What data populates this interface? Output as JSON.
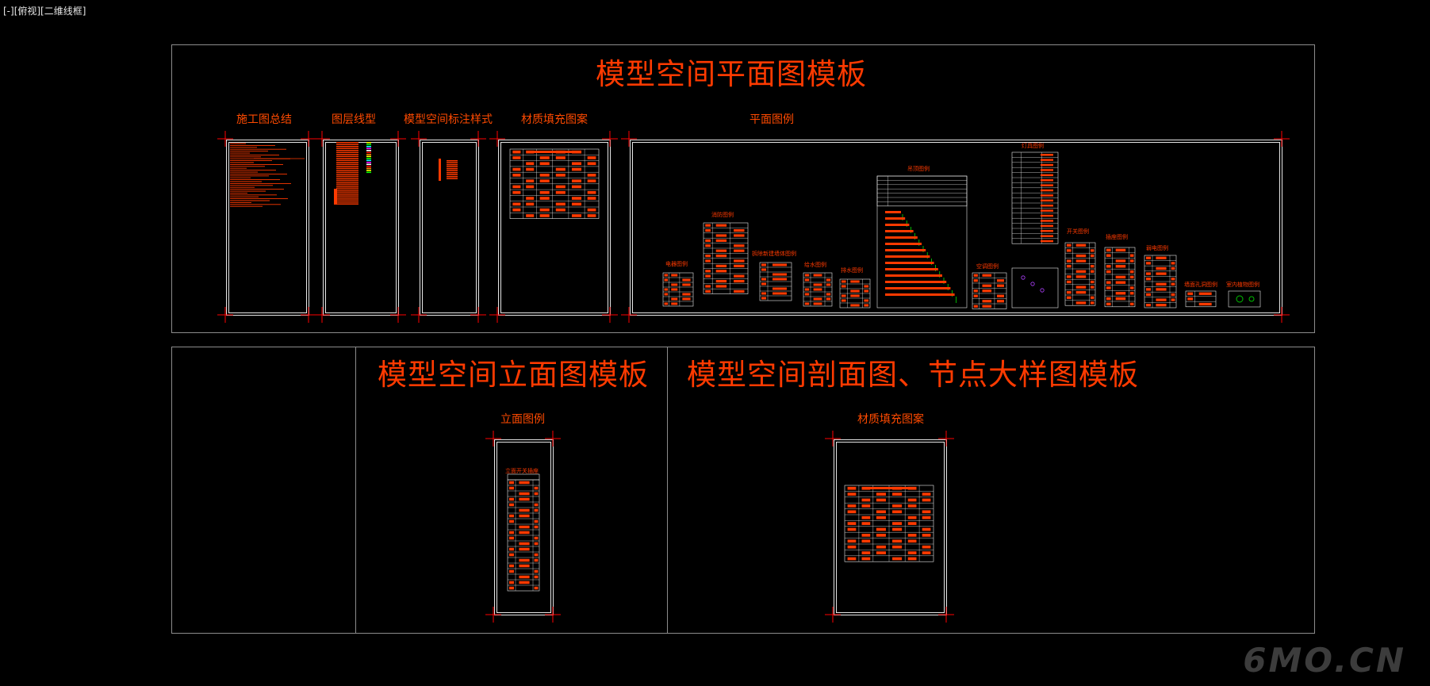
{
  "viewport": {
    "label": "[-][俯视][二维线框]"
  },
  "plan_panel": {
    "title": "模型空间平面图模板",
    "sections": [
      {
        "label": "施工图总结"
      },
      {
        "label": "图层线型"
      },
      {
        "label": "模型空间标注样式"
      },
      {
        "label": "材质填充图案"
      },
      {
        "label": "平面图例"
      }
    ],
    "legend_groups": [
      "电器图例",
      "消防图例",
      "拆除新建墙体图例",
      "给水图例",
      "排水图例",
      "吊顶图例",
      "空调图例",
      "灯具图例",
      "开关图例",
      "插座图例",
      "弱电图例",
      "墙面孔洞图例",
      "室内植物图例"
    ]
  },
  "elevation_panel": {
    "title": "模型空间立面图模板",
    "section_label": "立面图例",
    "sheet_caption": "立面开关插座"
  },
  "section_panel": {
    "title": "模型空间剖面图、节点大样图模板",
    "section_label": "材质填充图案"
  },
  "watermark": "6MO.CN",
  "colors": {
    "background": "#000000",
    "accent": "#ff3a00",
    "frame": "#8c8c8c",
    "sheet": "#e8e8e8"
  }
}
